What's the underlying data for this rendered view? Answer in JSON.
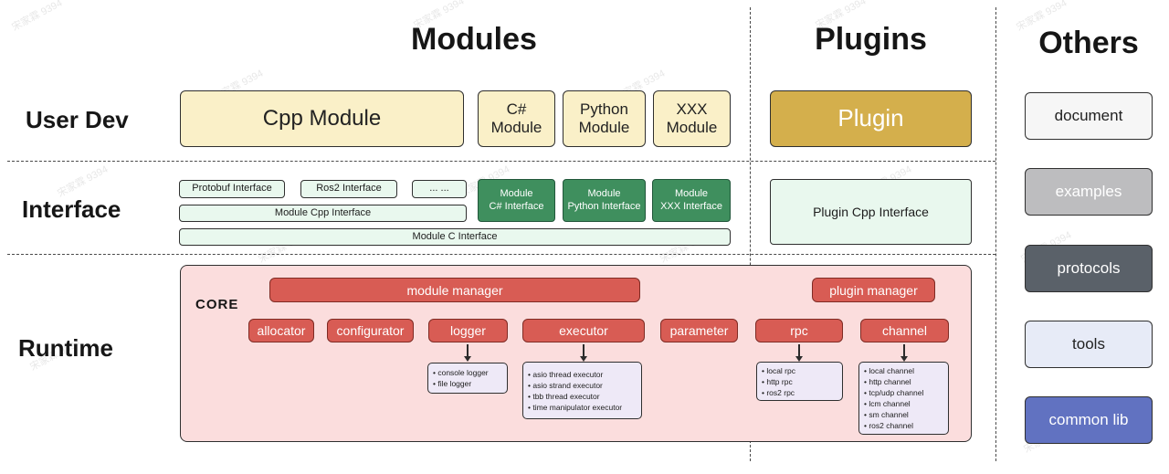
{
  "watermark": {
    "text": "宋家霖 9394"
  },
  "headers": {
    "modules": "Modules",
    "plugins": "Plugins",
    "others": "Others"
  },
  "row_labels": {
    "user_dev": "User Dev",
    "interface": "Interface",
    "runtime": "Runtime"
  },
  "modules": {
    "cpp_module": "Cpp Module",
    "csharp_module": "C# Module",
    "python_module": "Python Module",
    "xxx_module": "XXX Module"
  },
  "plugins": {
    "plugin": "Plugin"
  },
  "interfaces": {
    "protobuf": "Protobuf Interface",
    "ros2": "Ros2 Interface",
    "ellipsis": "... ...",
    "module_cpp": "Module Cpp Interface",
    "module_c": "Module C Interface",
    "module_csharp": [
      "Module",
      "C# Interface"
    ],
    "module_python": [
      "Module",
      "Python Interface"
    ],
    "module_xxx": [
      "Module",
      "XXX Interface"
    ],
    "plugin_cpp": "Plugin Cpp Interface"
  },
  "runtime": {
    "core_label": "CORE",
    "module_manager": "module manager",
    "plugin_manager": "plugin manager",
    "components": [
      "allocator",
      "configurator",
      "logger",
      "executor",
      "parameter",
      "rpc",
      "channel"
    ],
    "logger_items": [
      "console logger",
      "file logger"
    ],
    "executor_items": [
      "asio thread executor",
      "asio strand executor",
      "tbb thread executor",
      "time manipulator executor"
    ],
    "rpc_items": [
      "local rpc",
      "http rpc",
      "ros2 rpc"
    ],
    "channel_items": [
      "local channel",
      "http channel",
      "tcp/udp channel",
      "lcm channel",
      "sm channel",
      "ros2 channel"
    ]
  },
  "others": {
    "items": [
      "document",
      "examples",
      "protocols",
      "tools",
      "common lib"
    ]
  },
  "colors": {
    "cream": "#faf0c8",
    "gold": "#d4af4c",
    "light_green": "#e9f8ee",
    "dark_green": "#3f8f5e",
    "pink_container": "#fbdddd",
    "red_component": "#d85c54",
    "lavender_list": "#eee9f7",
    "others_document": "#f6f6f6",
    "others_examples": "#bdbdbf",
    "others_protocols": "#5a6169",
    "others_tools": "#e7ebf7",
    "others_common_lib": "#6172c1",
    "border_dark": "#2f2f2f"
  }
}
